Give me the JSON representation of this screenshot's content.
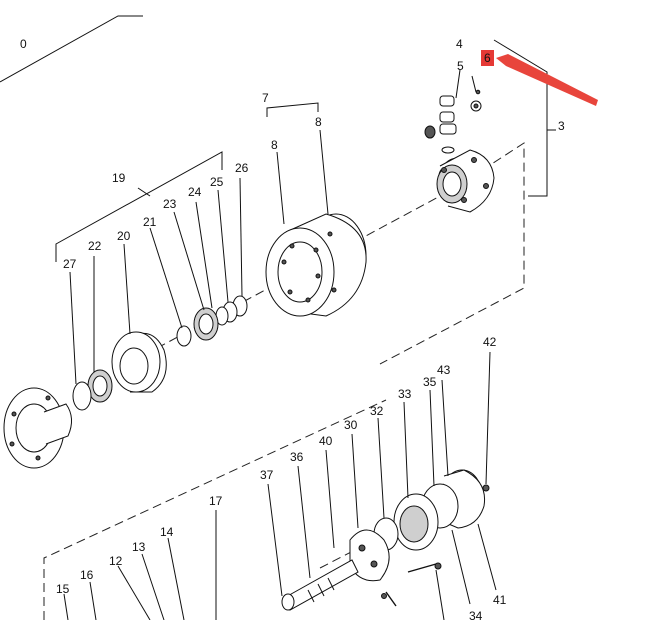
{
  "callouts": {
    "c0": "0",
    "c3": "3",
    "c4": "4",
    "c5": "5",
    "c6": "6",
    "c7": "7",
    "c8a": "8",
    "c8b": "8",
    "c19": "19",
    "c20": "20",
    "c21": "21",
    "c22": "22",
    "c23": "23",
    "c24": "24",
    "c25": "25",
    "c26": "26",
    "c27": "27",
    "c12": "12",
    "c13": "13",
    "c14": "14",
    "c15": "15",
    "c16": "16",
    "c17": "17",
    "c30": "30",
    "c32": "32",
    "c33": "33",
    "c34": "34",
    "c35": "35",
    "c36": "36",
    "c37": "37",
    "c40": "40",
    "c41": "41",
    "c42": "42",
    "c43": "43"
  },
  "highlight": {
    "color": "#e53935",
    "arrow_color": "#e8453c",
    "target": "6"
  }
}
